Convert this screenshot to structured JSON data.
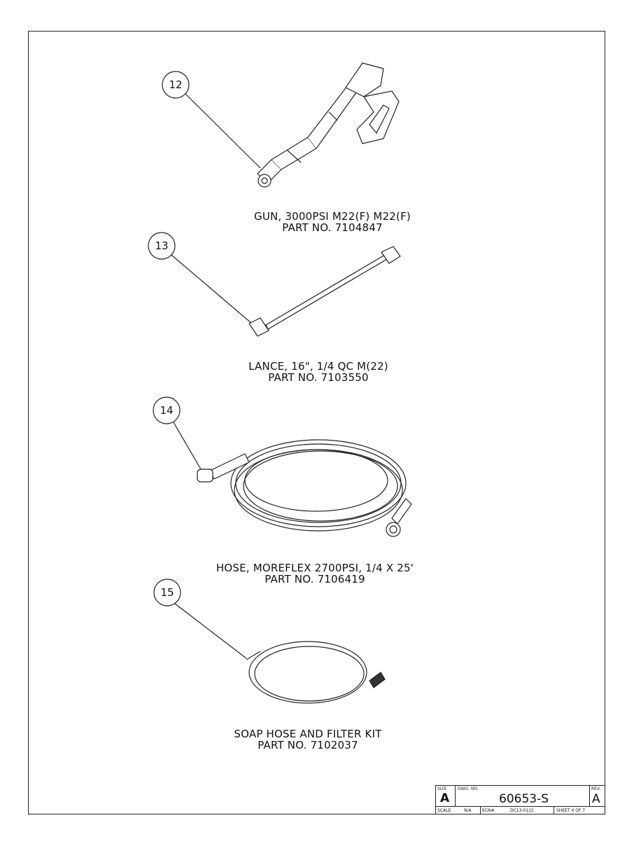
{
  "parts": [
    {
      "balloon": "12",
      "description": "GUN, 3000PSI M22(F) M22(F)",
      "part_no": "PART NO. 7104847"
    },
    {
      "balloon": "13",
      "description": "LANCE, 16\", 1/4 QC M(22)",
      "part_no": "PART NO. 7103550"
    },
    {
      "balloon": "14",
      "description": "HOSE, MOREFLEX 2700PSI, 1/4 X 25'",
      "part_no": "PART NO. 7106419"
    },
    {
      "balloon": "15",
      "description": "SOAP HOSE AND FILTER KIT",
      "part_no": "PART NO. 7102037"
    }
  ],
  "title_block": {
    "size_label": "SIZE",
    "size": "A",
    "dwg_label": "DWG. NO.",
    "dwg_no": "60653-S",
    "rev_label": "REV.",
    "rev": "A",
    "scale_label": "SCALE:",
    "scale": "N/A",
    "ecn_label": "ECN#",
    "ecn": "DC13-0115",
    "sheet": "SHEET 4 OF 7"
  }
}
